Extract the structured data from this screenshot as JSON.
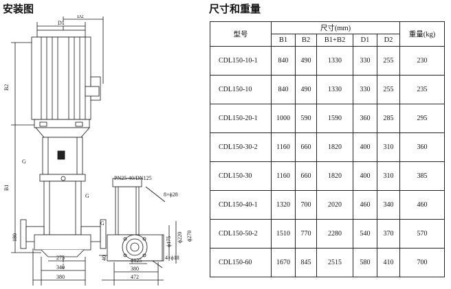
{
  "titles": {
    "install": "安装图",
    "dims": "尺寸和重量"
  },
  "drawing": {
    "labels": {
      "d1": "D1",
      "d2": "D2",
      "b2": "B2",
      "b1": "B1",
      "g_top": "G",
      "g_mid": "G",
      "g_low": "G",
      "flange": "PN25-40/DN125",
      "bolts": "8×ϕ28",
      "anchor": "4×ϕ18",
      "h180": "180",
      "h40": "40",
      "w275": "275",
      "w340": "340",
      "w380": "380",
      "w125": "ϕ125",
      "w380b": "380",
      "w472": "472",
      "p175": "ϕ175",
      "p220": "ϕ220",
      "p270": "ϕ270"
    }
  },
  "table": {
    "headers": {
      "model": "型号",
      "dims": "尺寸(mm)",
      "weight": "重量(kg)",
      "cols": [
        "B1",
        "B2",
        "B1+B2",
        "D1",
        "D2"
      ]
    },
    "rows": [
      {
        "model": "CDL150-10-1",
        "b1": "840",
        "b2": "490",
        "b12": "1330",
        "d1": "330",
        "d2": "255",
        "w": "230"
      },
      {
        "model": "CDL150-10",
        "b1": "840",
        "b2": "490",
        "b12": "1330",
        "d1": "330",
        "d2": "255",
        "w": "235"
      },
      {
        "model": "CDL150-20-1",
        "b1": "1000",
        "b2": "590",
        "b12": "1590",
        "d1": "360",
        "d2": "285",
        "w": "295"
      },
      {
        "model": "CDL150-30-2",
        "b1": "1160",
        "b2": "660",
        "b12": "1820",
        "d1": "400",
        "d2": "310",
        "w": "360"
      },
      {
        "model": "CDL150-30",
        "b1": "1160",
        "b2": "660",
        "b12": "1820",
        "d1": "400",
        "d2": "310",
        "w": "385"
      },
      {
        "model": "CDL150-40-1",
        "b1": "1320",
        "b2": "700",
        "b12": "2020",
        "d1": "460",
        "d2": "340",
        "w": "460"
      },
      {
        "model": "CDL150-50-2",
        "b1": "1510",
        "b2": "770",
        "b12": "2280",
        "d1": "540",
        "d2": "370",
        "w": "570"
      },
      {
        "model": "CDL150-60",
        "b1": "1670",
        "b2": "845",
        "b12": "2515",
        "d1": "580",
        "d2": "410",
        "w": "700"
      }
    ]
  }
}
